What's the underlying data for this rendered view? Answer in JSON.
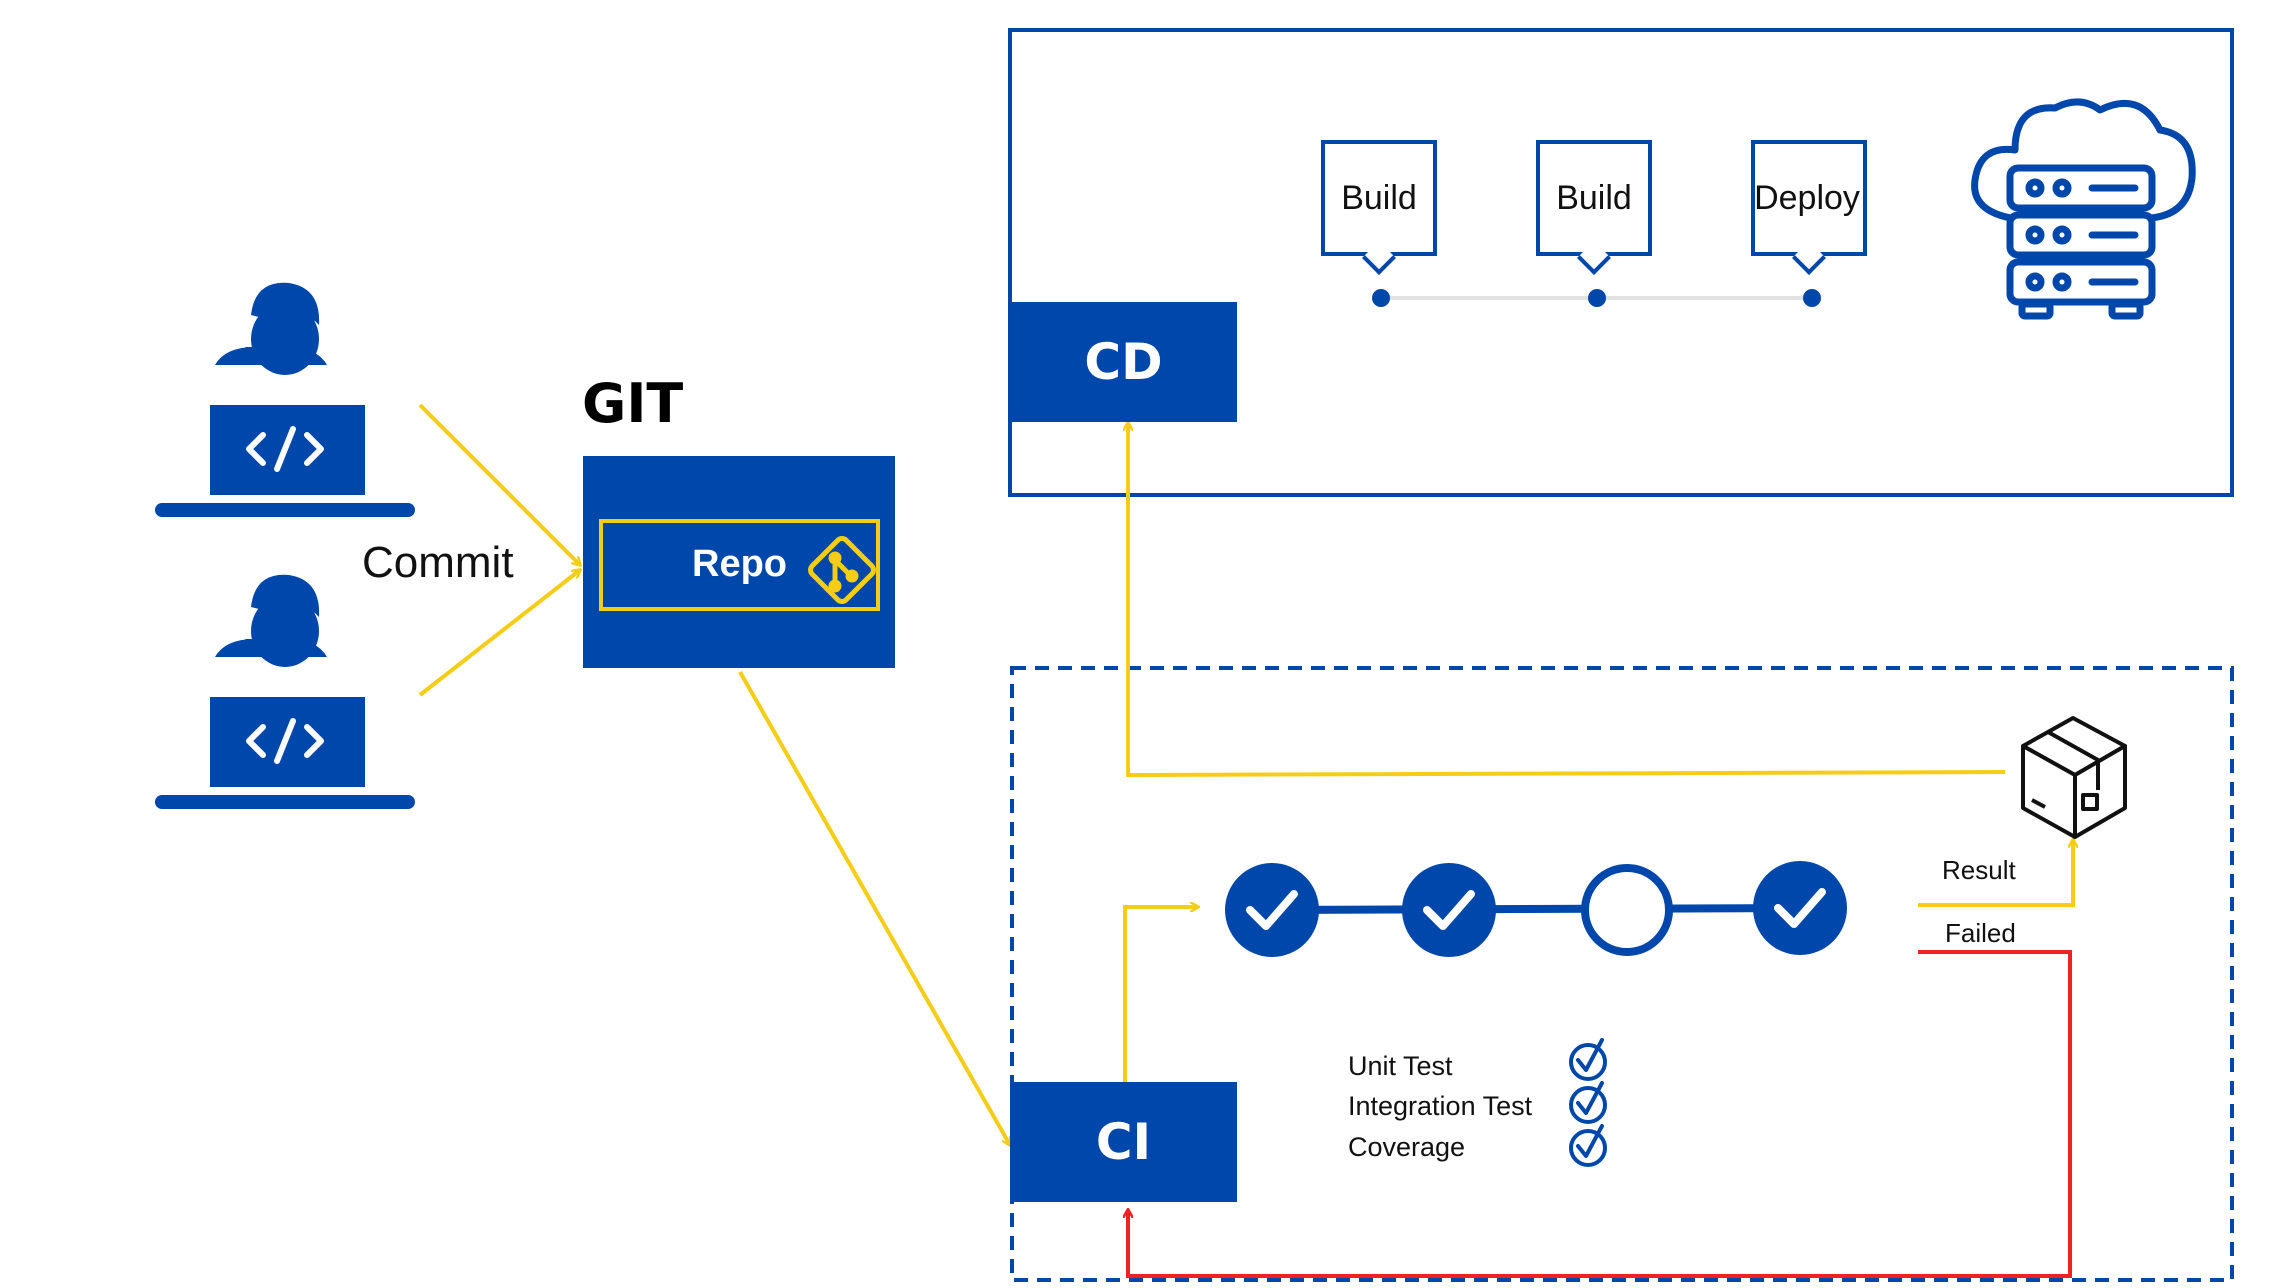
{
  "git": {
    "title": "GIT",
    "repo_label": "Repo"
  },
  "commit_label": "Commit",
  "cd": {
    "label": "CD",
    "stages": [
      "Build",
      "Build",
      "Deploy"
    ]
  },
  "ci": {
    "label": "CI",
    "checks": [
      "Unit Test",
      "Integration Test",
      "Coverage"
    ],
    "pipeline_steps": [
      "passed",
      "passed",
      "pending",
      "passed"
    ],
    "result_label": "Result",
    "failed_label": "Failed"
  },
  "colors": {
    "brand_blue": "#0047ab",
    "flow_yellow": "#f5cc16",
    "fail_red": "#ee2222"
  },
  "icons": [
    "developer-laptop-icon",
    "git-branch-icon",
    "cloud-server-icon",
    "package-box-icon",
    "check-circle-icon"
  ]
}
